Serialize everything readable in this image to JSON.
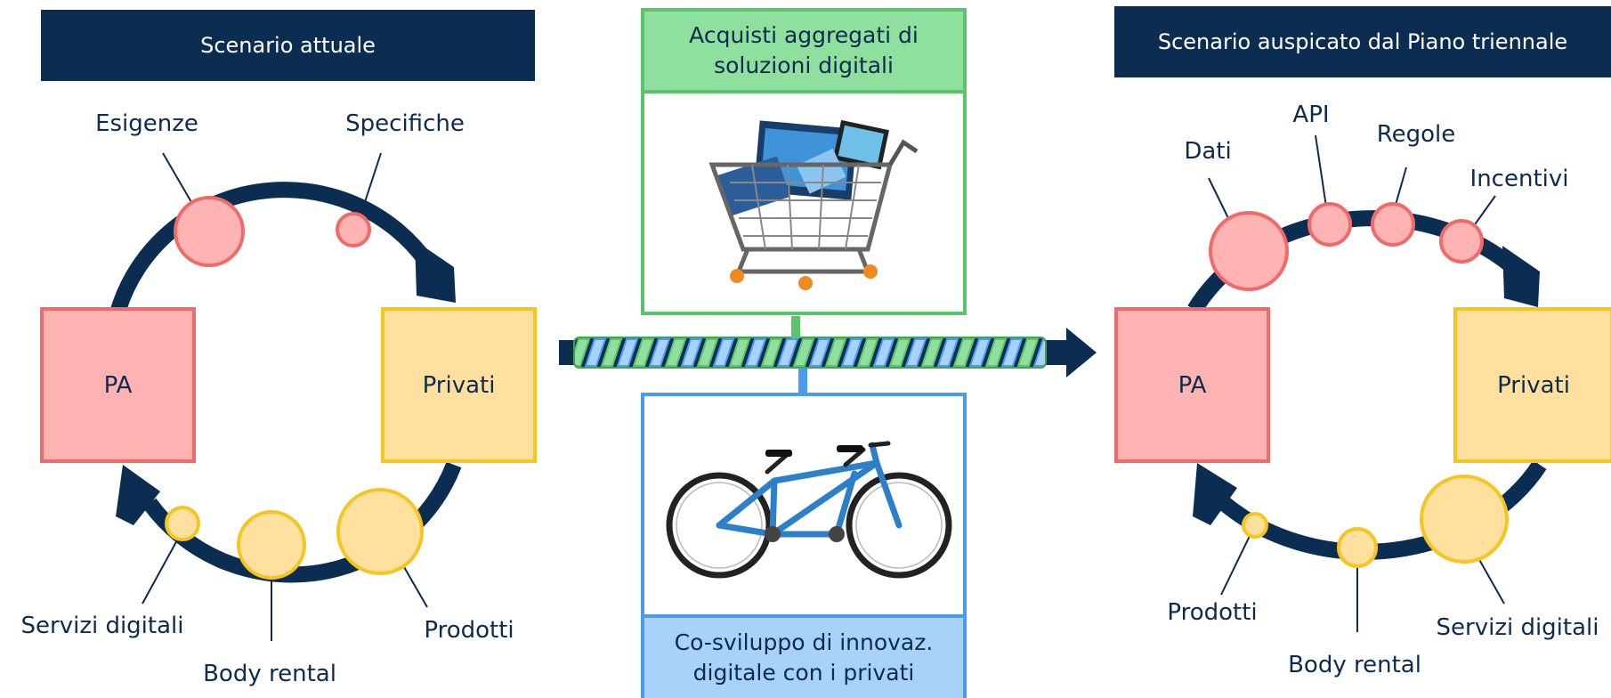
{
  "left": {
    "header": "Scenario attuale",
    "pa": "PA",
    "privati": "Privati",
    "labels": {
      "esigenze": "Esigenze",
      "specifiche": "Specifiche",
      "servizi": "Servizi digitali",
      "body": "Body rental",
      "prodotti": "Prodotti"
    }
  },
  "right": {
    "header": "Scenario auspicato dal Piano triennale",
    "pa": "PA",
    "privati": "Privati",
    "labels": {
      "dati": "Dati",
      "api": "API",
      "regole": "Regole",
      "incentivi": "Incentivi",
      "prodotti": "Prodotti",
      "body": "Body rental",
      "servizi": "Servizi digitali"
    }
  },
  "middle": {
    "top_title": "Acquisti aggregati di soluzioni digitali",
    "bottom_title": "Co-sviluppo di innovaz. digitale con i privati"
  },
  "colors": {
    "navy": "#0c2d52",
    "pink": "#ffb3b3",
    "pink_border": "#f06a6a",
    "yellow": "#ffe09e",
    "yellow_border": "#f6c520",
    "green": "#5ac46a",
    "green_fill": "#8fdf9e",
    "blue": "#4a9bf0",
    "blue_fill": "#a9d2fb"
  }
}
